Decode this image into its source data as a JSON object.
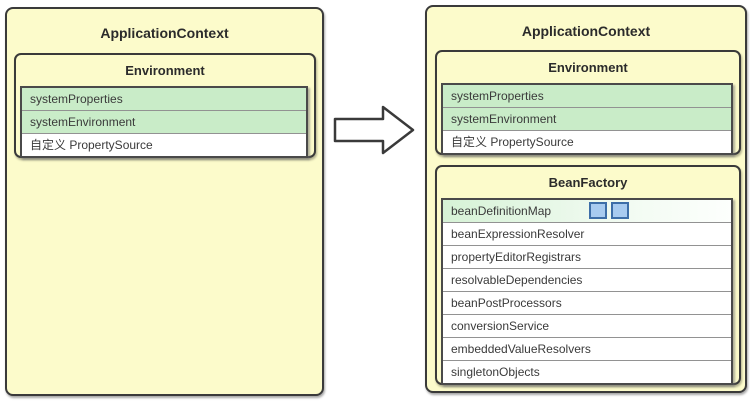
{
  "diagram": {
    "title": "Spring ApplicationContext before/after diagram",
    "colors": {
      "box_background": "#FCFBCB",
      "box_border": "#3A3A3A",
      "row_green": "#C9ECC8",
      "row_white": "#FFFFFF",
      "row_gradient_start": "#D6F2D6",
      "square_fill": "#A8CBF0",
      "square_border": "#3D6EA8",
      "text": "#3A3A3A"
    },
    "left_box": {
      "title": "ApplicationContext",
      "environment": {
        "title": "Environment",
        "rows": [
          {
            "label": "systemProperties",
            "highlight": "green"
          },
          {
            "label": "systemEnvironment",
            "highlight": "green"
          },
          {
            "label": "自定义 PropertySource",
            "highlight": "none"
          }
        ]
      }
    },
    "arrow": {
      "name": "transform-arrow",
      "direction": "right",
      "style": "hollow-block"
    },
    "right_box": {
      "title": "ApplicationContext",
      "environment": {
        "title": "Environment",
        "rows": [
          {
            "label": "systemProperties",
            "highlight": "green"
          },
          {
            "label": "systemEnvironment",
            "highlight": "green"
          },
          {
            "label": "自定义 PropertySource",
            "highlight": "none"
          }
        ]
      },
      "bean_factory": {
        "title": "BeanFactory",
        "rows": [
          {
            "label": "beanDefinitionMap",
            "highlight": "gradient-green",
            "markers": 2
          },
          {
            "label": "beanExpressionResolver",
            "highlight": "none"
          },
          {
            "label": "propertyEditorRegistrars",
            "highlight": "none"
          },
          {
            "label": "resolvableDependencies",
            "highlight": "none"
          },
          {
            "label": "beanPostProcessors",
            "highlight": "none"
          },
          {
            "label": "conversionService",
            "highlight": "none"
          },
          {
            "label": "embeddedValueResolvers",
            "highlight": "none"
          },
          {
            "label": "singletonObjects",
            "highlight": "none"
          }
        ]
      }
    }
  }
}
